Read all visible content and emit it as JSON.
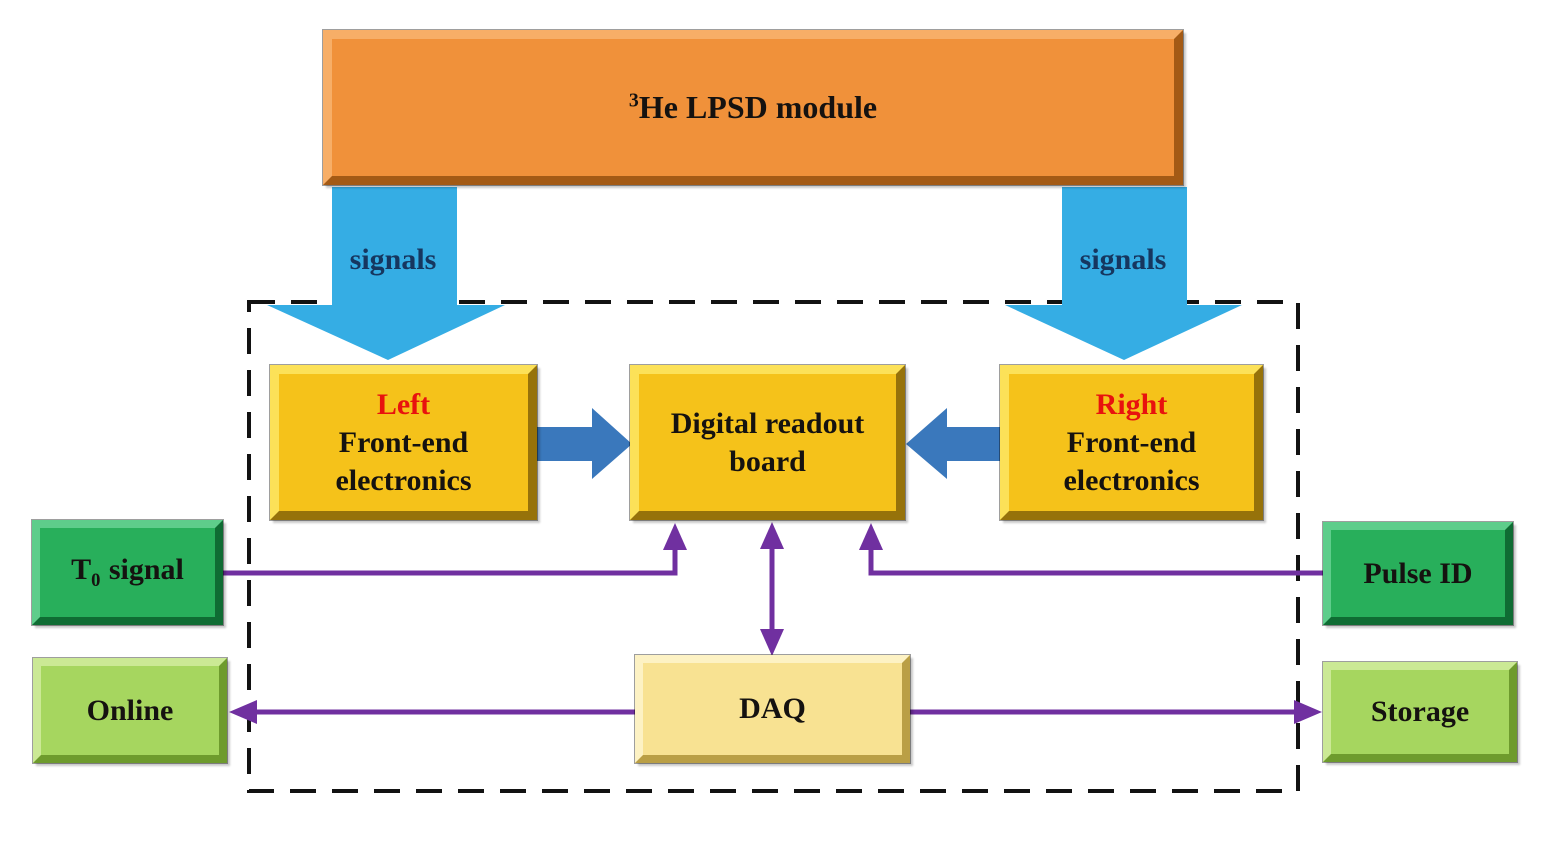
{
  "colors": {
    "orange_face": "#F0913A",
    "orange_light": "#F7AE67",
    "orange_dark": "#A35A15",
    "gold_face": "#F5C21A",
    "gold_light": "#FCE158",
    "gold_dark": "#96720A",
    "daq_face": "#F8E292",
    "daq_light": "#FDF2C4",
    "daq_dark": "#BA9F45",
    "green_face": "#28AF5B",
    "green_light": "#5ECD8B",
    "green_dark": "#0F6C33",
    "lgreen_face": "#A6D65F",
    "lgreen_light": "#CBE995",
    "lgreen_dark": "#6E9B2D",
    "big_arrow": "#35ADE4",
    "flow_arrow": "#3A78BC",
    "purple": "#7030A0",
    "red_accent": "#E8120E",
    "signals_text": "#16365F",
    "dashed_border": "#121212"
  },
  "nodes": {
    "module": {
      "sup": "3",
      "label": "He LPSD module"
    },
    "left_fee": {
      "side": "Left",
      "line1": "Front-end",
      "line2": "electronics"
    },
    "drb": {
      "line1": "Digital readout",
      "line2": "board"
    },
    "right_fee": {
      "side": "Right",
      "line1": "Front-end",
      "line2": "electronics"
    },
    "daq": {
      "label": "DAQ"
    },
    "t0": {
      "prefix": "T",
      "sub": "0",
      "suffix": "signal"
    },
    "pulse_id": {
      "label": "Pulse ID"
    },
    "online": {
      "label": "Online"
    },
    "storage": {
      "label": "Storage"
    }
  },
  "labels": {
    "signals_left": "signals",
    "signals_right": "signals"
  }
}
